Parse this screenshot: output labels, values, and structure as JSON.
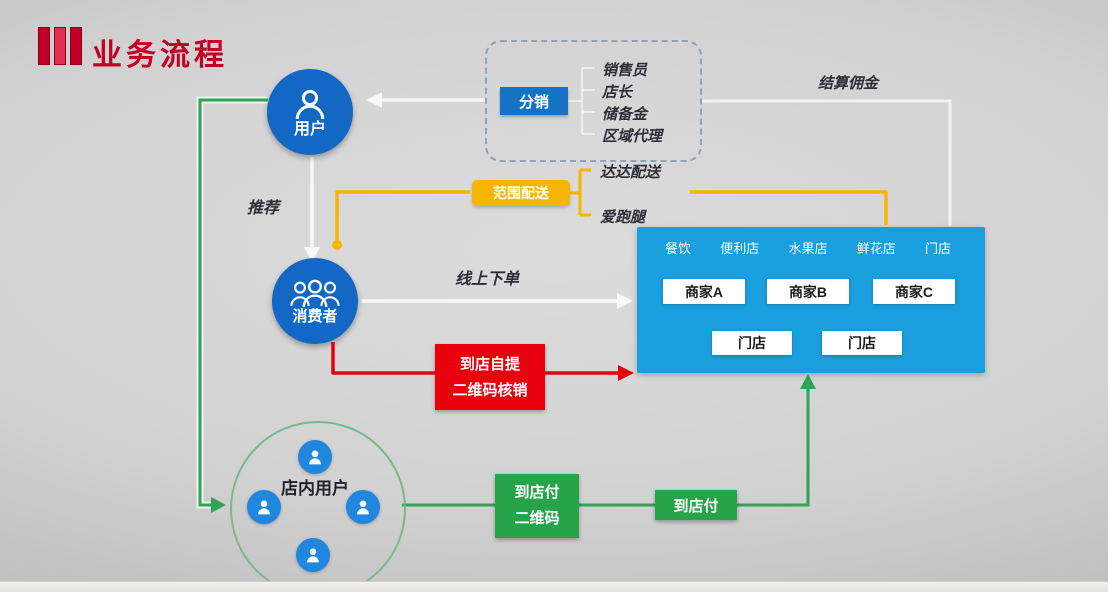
{
  "title": "业务流程",
  "nodes": {
    "user": "用户",
    "consumer": "消费者",
    "instore": "店内用户",
    "distribution": "分销",
    "distribution_items": [
      "销售员",
      "店长",
      "储备金",
      "区域代理"
    ],
    "range_delivery": "范围配送",
    "delivery_options": [
      "达达配送",
      "爱跑腿"
    ],
    "pickup_line1": "到店自提",
    "pickup_line2": "二维码核销",
    "payqr_line1": "到店付",
    "payqr_line2": "二维码",
    "pay": "到店付"
  },
  "panel": {
    "tabs": [
      "餐饮",
      "便利店",
      "水果店",
      "鲜花店",
      "门店"
    ],
    "merchants": [
      "商家A",
      "商家B",
      "商家C"
    ],
    "stores": [
      "门店",
      "门店"
    ]
  },
  "labels": {
    "settle": "结算佣金",
    "recommend": "推荐",
    "online_order": "线上下单"
  },
  "colors": {
    "title_red": "#c40024",
    "node_blue": "#1268c4",
    "panel_blue": "#199fdd",
    "chip_blue": "#1473c5",
    "yellow": "#f7b500",
    "red": "#e8000d",
    "green": "#27a44a",
    "line_green": "#2fa356",
    "line_white": "#f8f8f8"
  }
}
